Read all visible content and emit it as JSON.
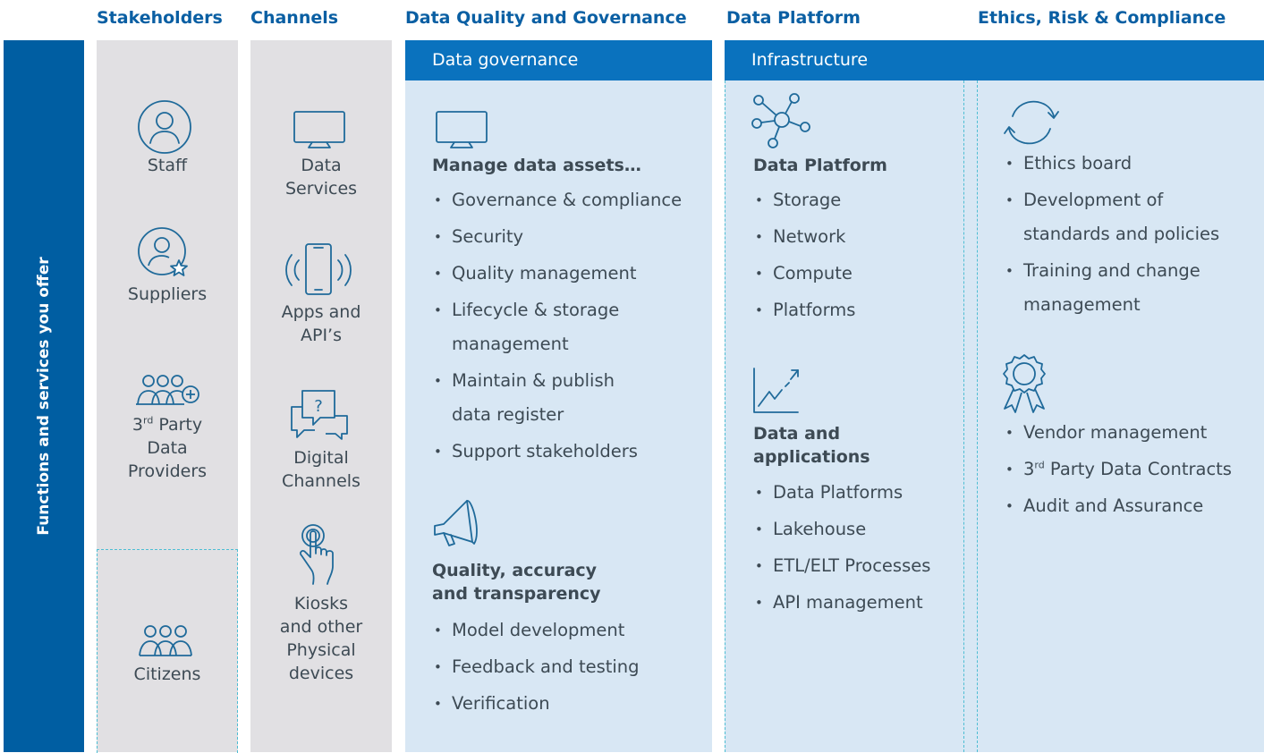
{
  "headers": {
    "stakeholders": "Stakeholders",
    "channels": "Channels",
    "dq": "Data Quality and Governance",
    "dp": "Data Platform",
    "erc": "Ethics, Risk & Compliance"
  },
  "sidebar_label": "Functions and services you offer",
  "bars": {
    "governance": "Data governance",
    "infrastructure": "Infrastructure"
  },
  "stakeholders": {
    "staff": "Staff",
    "suppliers": "Suppliers",
    "third_party_sup": "rd",
    "third_party_rest": "Party",
    "third_party_2": "Data",
    "third_party_3": "Providers",
    "citizens": "Citizens"
  },
  "channels": {
    "data_services_1": "Data",
    "data_services_2": "Services",
    "apps_1": "Apps and",
    "apps_2": "API’s",
    "digital_1": "Digital",
    "digital_2": "Channels",
    "kiosks_1": "Kiosks",
    "kiosks_2": "and other",
    "kiosks_3": "Physical",
    "kiosks_4": "devices",
    "question_mark": "?"
  },
  "governance": {
    "section1_title": "Manage data assets…",
    "section1_items": [
      "Governance & compliance",
      "Security",
      "Quality management",
      "Lifecycle & storage",
      "management",
      "Maintain & publish",
      "data register",
      "Support stakeholders"
    ],
    "section2_title_1": "Quality, accuracy",
    "section2_title_2": "and transparency",
    "section2_items": [
      "Model development",
      "Feedback and testing",
      "Verification"
    ]
  },
  "platform": {
    "section1_title": "Data Platform",
    "section1_items": [
      "Storage",
      "Network",
      "Compute",
      "Platforms"
    ],
    "section2_title_1": "Data and",
    "section2_title_2": "applications",
    "section2_items": [
      "Data Platforms",
      "Lakehouse",
      "ETL/ELT Processes",
      "API management"
    ]
  },
  "ethics": {
    "section1_items": [
      "Ethics board",
      "Development of",
      "standards and policies",
      "Training and change",
      "management"
    ],
    "section2_item_1": "Vendor management",
    "section2_item_2_sup": "rd",
    "section2_item_2_rest": " Party Data Contracts",
    "section2_item_3": "Audit and Assurance"
  },
  "icons": {
    "staff": "user-circle-icon",
    "suppliers": "user-star-icon",
    "third_party": "group-add-icon",
    "citizens": "group-icon",
    "data_services": "monitor-icon",
    "apps": "smartphone-icon",
    "digital": "chat-question-icon",
    "kiosks": "touch-hand-icon",
    "governance": "monitor-icon",
    "quality": "megaphone-icon",
    "platform": "network-icon",
    "applications": "growth-chart-icon",
    "ethics": "cycle-arrows-icon",
    "vendor": "award-ribbon-icon"
  },
  "colors": {
    "header_text": "#0a5fa3",
    "sidebar": "#005ea2",
    "bar": "#0a72be",
    "grey_column": "#e1e0e3",
    "lane": "#d8e7f4",
    "dashed": "#4dbdd3",
    "icon": "#1f6a9a",
    "body_text": "#3d4a54"
  }
}
